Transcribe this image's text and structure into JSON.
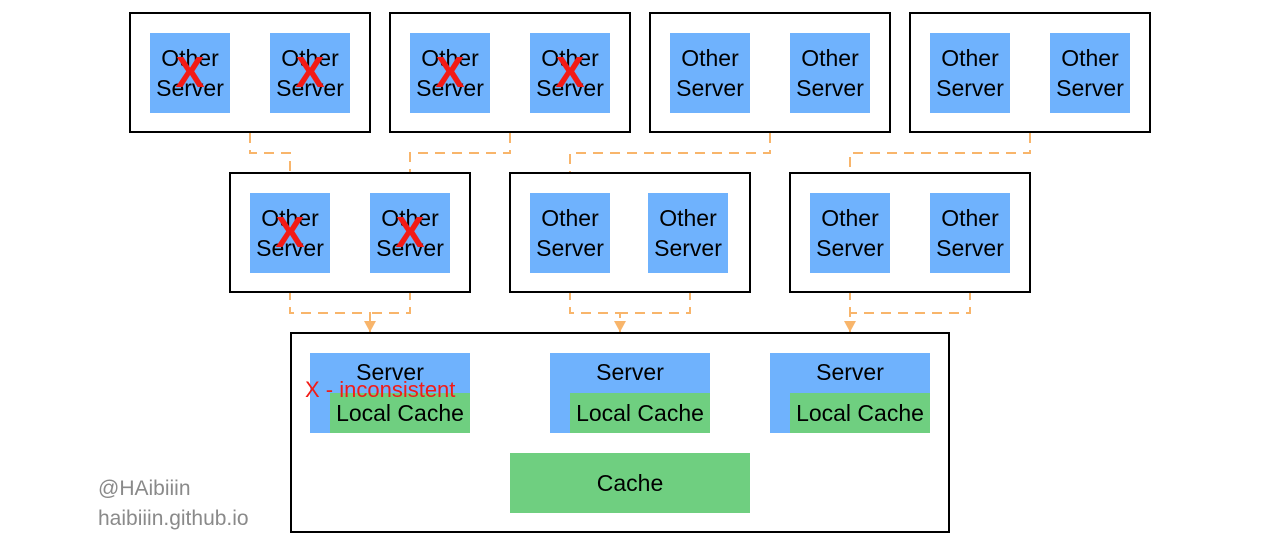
{
  "colors": {
    "server": "#6fb2fd",
    "cache": "#6fcf80",
    "mark": "#f21b16",
    "connector": "#f8b56b"
  },
  "icons": {
    "failure": "x-mark-icon"
  },
  "top_row": [
    {
      "servers": [
        {
          "label": "Other\nServer",
          "failed": true,
          "mark": "X"
        },
        {
          "label": "Other\nServer",
          "failed": true,
          "mark": "X"
        }
      ]
    },
    {
      "servers": [
        {
          "label": "Other\nServer",
          "failed": true,
          "mark": "X"
        },
        {
          "label": "Other\nServer",
          "failed": true,
          "mark": "X"
        }
      ]
    },
    {
      "servers": [
        {
          "label": "Other\nServer",
          "failed": false
        },
        {
          "label": "Other\nServer",
          "failed": false
        }
      ]
    },
    {
      "servers": [
        {
          "label": "Other\nServer",
          "failed": false
        },
        {
          "label": "Other\nServer",
          "failed": false
        }
      ]
    }
  ],
  "middle_row": [
    {
      "servers": [
        {
          "label": "Other\nServer",
          "failed": true,
          "mark": "X"
        },
        {
          "label": "Other\nServer",
          "failed": true,
          "mark": "X"
        }
      ]
    },
    {
      "servers": [
        {
          "label": "Other\nServer",
          "failed": false
        },
        {
          "label": "Other\nServer",
          "failed": false
        }
      ]
    },
    {
      "servers": [
        {
          "label": "Other\nServer",
          "failed": false
        },
        {
          "label": "Other\nServer",
          "failed": false
        }
      ]
    }
  ],
  "app_servers": [
    {
      "title": "Server",
      "local_cache": "Local Cache",
      "note": "X - inconsistent"
    },
    {
      "title": "Server",
      "local_cache": "Local Cache"
    },
    {
      "title": "Server",
      "local_cache": "Local Cache"
    }
  ],
  "shared_cache": {
    "label": "Cache"
  },
  "watermark": {
    "handle": "@HAibiiin",
    "site": "haibiiin.github.io"
  }
}
